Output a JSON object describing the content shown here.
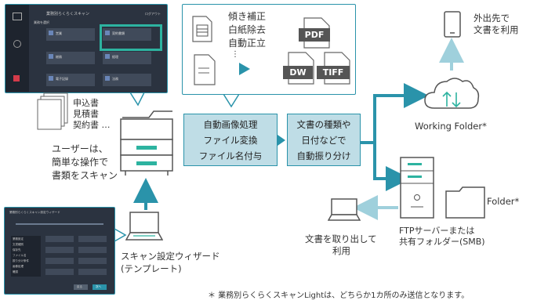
{
  "scan_panel": {
    "header_title": "業務別らくらくスキャン",
    "header_right": "ログアウト",
    "section_label": "業務を選択",
    "tiles": [
      {
        "label": "営業"
      },
      {
        "label": "契約書類"
      },
      {
        "label": "総務"
      },
      {
        "label": "経理"
      },
      {
        "label": "電子記録"
      },
      {
        "label": "法務"
      }
    ]
  },
  "processing_callout": {
    "features": [
      "傾き補正",
      "白紙除去",
      "自動正立",
      "⋮"
    ],
    "formats": [
      "PDF",
      "DW",
      "TIFF"
    ]
  },
  "documents": {
    "lines": [
      "申込書",
      "見積書",
      "契約書 …"
    ]
  },
  "user_caption": [
    "ユーザーは、",
    "簡単な操作で",
    "書類をスキャン"
  ],
  "process_box_1": [
    "自動画像処理",
    "ファイル変換",
    "ファイル名付与"
  ],
  "process_box_2": [
    "文書の種類や",
    "日付などで",
    "自動振り分け"
  ],
  "mobile_caption": [
    "外出先で",
    "文書を利用"
  ],
  "cloud_caption": "Working Folder*",
  "folder_caption": "Folder*",
  "server_caption": [
    "FTPサーバーまたは",
    "共有フォルダー(SMB)"
  ],
  "retrieve_caption": [
    "文書を取り出して",
    "利用"
  ],
  "wizard_caption": [
    "スキャン設定ウィザード",
    "(テンプレート)"
  ],
  "wizard_screen": {
    "title": "業務別らくらくスキャン設定ウィザード",
    "list_items": [
      "業務設定",
      "文書種別",
      "保存先",
      "ファイル名",
      "振り分け条件",
      "画像処理",
      "確認"
    ],
    "buttons": [
      "戻る",
      "次へ"
    ]
  },
  "footnote": "＊ 業務別らくらくスキャンLightは、どちらか1カ所のみ送信となります。",
  "colors": {
    "accent": "#2a93aa",
    "box_fill": "#bfdde6",
    "screen_dark": "#2b3340",
    "arrow": "#4aa7bb",
    "light_arrow": "#9fd0dc",
    "green": "#2db3a0"
  }
}
